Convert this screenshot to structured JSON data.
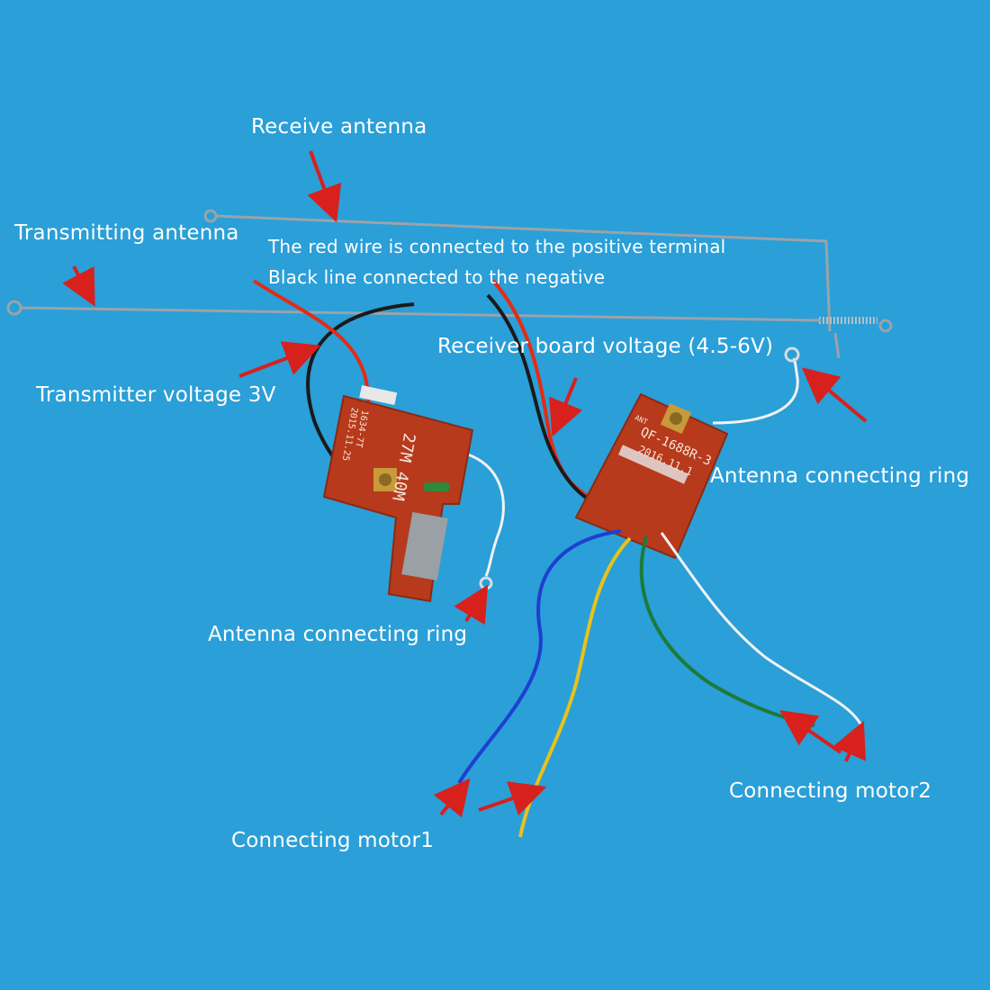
{
  "background_color": "#2a9fd8",
  "labels": {
    "receive_antenna": "Receive antenna",
    "transmitting_antenna": "Transmitting antenna",
    "red_wire_note": "The red wire is connected to the positive terminal",
    "black_wire_note": "Black line connected to the negative",
    "receiver_voltage": "Receiver board voltage (4.5-6V)",
    "transmitter_voltage": "Transmitter voltage 3V",
    "rx_antenna_ring": "Antenna connecting ring",
    "tx_antenna_ring": "Antenna connecting ring",
    "motor2": "Connecting motor2",
    "motor1": "Connecting motor1"
  },
  "boards": {
    "transmitter": {
      "silkscreen_main": "27M 40M",
      "silkscreen_date": "2015.11.25",
      "silkscreen_code": "1634-7T",
      "color": "#b73a1c"
    },
    "receiver": {
      "silkscreen_model": "QF-1688R-3",
      "silkscreen_date": "2016.11.1",
      "silkscreen_ant": "ANT",
      "color": "#b73a1c"
    }
  },
  "colors": {
    "arrow": "#d8201c",
    "wire_red": "#e62a14",
    "wire_black": "#1a1a1a",
    "wire_white": "#f2f2f2",
    "wire_blue": "#1f3fd0",
    "wire_yellow": "#e8c21a",
    "wire_green": "#1c7a3a",
    "antenna": "#9aa3aa"
  }
}
